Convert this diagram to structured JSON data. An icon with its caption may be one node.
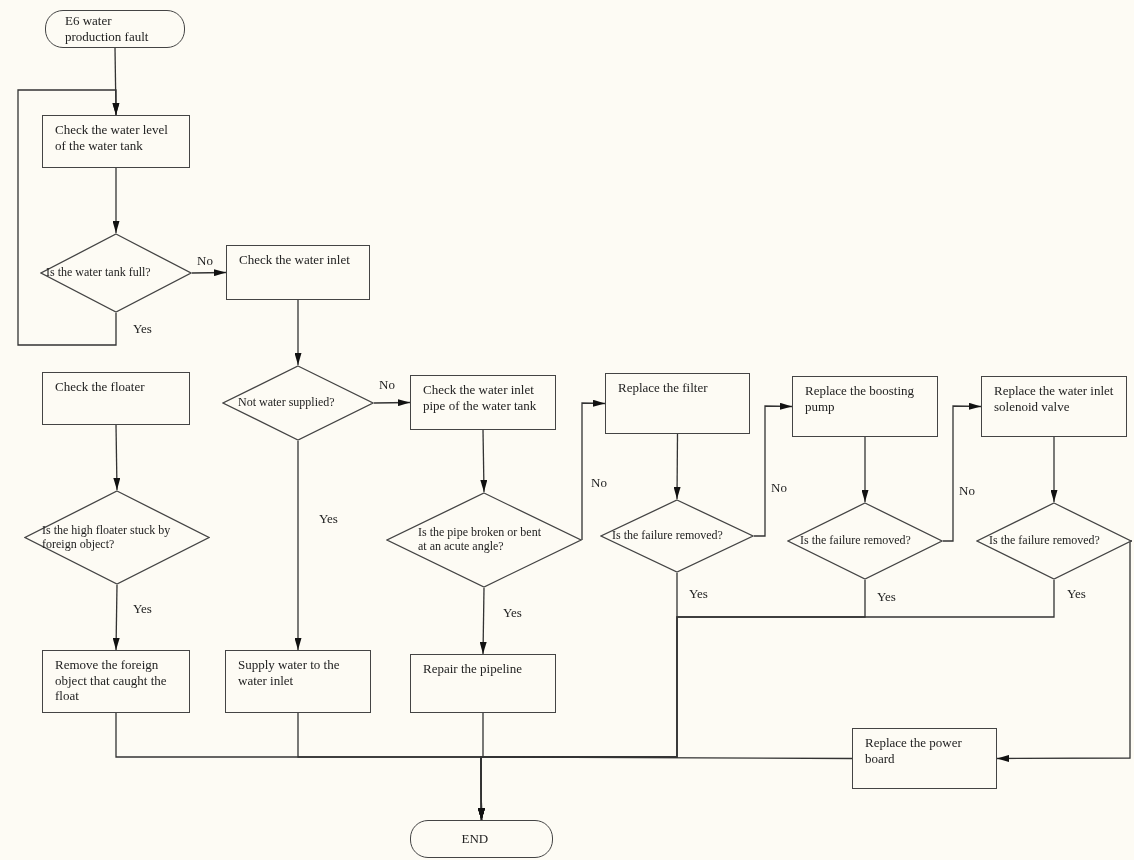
{
  "diagram": {
    "nodes": [
      {
        "text": [
          "E6 water production fault"
        ]
      },
      {
        "text": [
          "Check the water level of the water tank"
        ]
      },
      {
        "text": [
          "Is the water tank full?"
        ]
      },
      {
        "text": [
          "Check the water inlet"
        ]
      },
      {
        "text": [
          "Check the floater"
        ]
      },
      {
        "text": [
          "Is the high floater stuck by foreign object?"
        ]
      },
      {
        "text": [
          "Remove the foreign object that caught the float"
        ]
      },
      {
        "text": [
          "Not water supplied?"
        ]
      },
      {
        "text": [
          "Supply water to the water inlet"
        ]
      },
      {
        "text": [
          "Check the water inlet pipe of the water tank"
        ]
      },
      {
        "text": [
          "Is the pipe broken or bent at an acute angle?"
        ]
      },
      {
        "text": [
          "Repair the pipeline"
        ]
      },
      {
        "text": [
          "Replace the filter"
        ]
      },
      {
        "text": [
          "Is the failure removed?"
        ]
      },
      {
        "text": [
          "Replace the boosting pump"
        ]
      },
      {
        "text": [
          "Is the failure removed?"
        ]
      },
      {
        "text": [
          "Replace the water inlet solenoid valve"
        ]
      },
      {
        "text": [
          "Is the failure removed?"
        ]
      },
      {
        "text": [
          "Replace the power board"
        ]
      },
      {
        "text": [
          "END"
        ]
      }
    ],
    "edges": [
      {
        "from": 0,
        "to": 1,
        "arrow": "to"
      },
      {
        "from": 2,
        "to": 1,
        "arrow": "to",
        "label": "Yes"
      },
      {
        "from": 1,
        "to": 2,
        "arrow": "to"
      },
      {
        "from": 2,
        "to": 3,
        "arrow": "to",
        "label": "No"
      },
      {
        "from": 3,
        "to": 7,
        "arrow": "to"
      },
      {
        "from": 4,
        "to": 5,
        "arrow": "to"
      },
      {
        "from": 5,
        "to": 6,
        "arrow": "to",
        "label": "Yes"
      },
      {
        "from": 7,
        "to": 9,
        "arrow": "to",
        "label": "No"
      },
      {
        "from": 7,
        "to": 8,
        "arrow": "to",
        "label": "Yes"
      },
      {
        "from": 9,
        "to": 10,
        "arrow": "to"
      },
      {
        "from": 10,
        "to": 11,
        "arrow": "to",
        "label": "Yes"
      },
      {
        "from": 10,
        "to": 12,
        "arrow": "to",
        "label": "No"
      },
      {
        "from": 12,
        "to": 13,
        "arrow": "to"
      },
      {
        "from": 13,
        "to": 14,
        "arrow": "to",
        "label": "No"
      },
      {
        "from": 14,
        "to": 15,
        "arrow": "to"
      },
      {
        "from": 15,
        "to": 16,
        "arrow": "to",
        "label": "No"
      },
      {
        "from": 16,
        "to": 17,
        "arrow": "to"
      },
      {
        "from": 17,
        "to": 18,
        "arrow": "to"
      },
      {
        "from": 13,
        "to": 19,
        "arrow": "to",
        "label": "Yes"
      },
      {
        "from": 15,
        "to": 19,
        "arrow": "to",
        "label": "Yes"
      },
      {
        "from": 17,
        "to": 19,
        "arrow": "to",
        "label": "Yes"
      },
      {
        "from": 6,
        "to": 19,
        "arrow": "to"
      },
      {
        "from": 8,
        "to": 19,
        "arrow": "to"
      },
      {
        "from": 11,
        "to": 19,
        "arrow": "to"
      },
      {
        "from": 18,
        "to": 19,
        "arrow": "to"
      }
    ]
  }
}
